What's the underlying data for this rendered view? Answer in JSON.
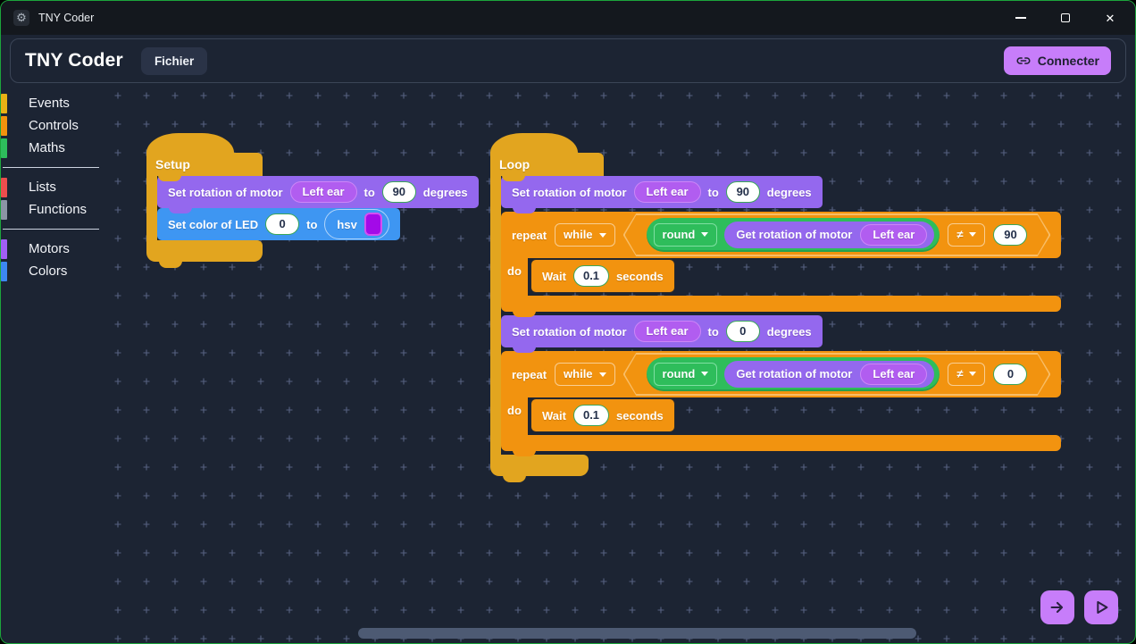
{
  "colors": {
    "accent_purple": "#c77dfa",
    "block_yellow": "#e2a51f",
    "block_purple": "#9468ee",
    "pill_purple": "#b15df0",
    "block_blue": "#3e96f2",
    "block_orange": "#f2930f",
    "block_green": "#2ebd5b",
    "led_swatch": "#a30ae8",
    "canvas_bg": "#1c2433",
    "window_border_green": "#1ca53c"
  },
  "titlebar": {
    "title": "TNY Coder"
  },
  "header": {
    "app_title": "TNY Coder",
    "file_button": "Fichier",
    "connect_button": "Connecter"
  },
  "sidebar": {
    "items": [
      {
        "label": "Events",
        "color": "#e9b115"
      },
      {
        "label": "Controls",
        "color": "#f2930d"
      },
      {
        "label": "Maths",
        "color": "#2ebd5c"
      },
      {
        "label": "Lists",
        "color": "#ec4d4d"
      },
      {
        "label": "Functions",
        "color": "#8b94a5"
      },
      {
        "label": "Motors",
        "color": "#a15ef5"
      },
      {
        "label": "Colors",
        "color": "#3d87f2"
      }
    ]
  },
  "blocks": {
    "setup": {
      "label": "Setup",
      "motor": {
        "t1": "Set rotation of motor",
        "motor": "Left ear",
        "t2": "to",
        "value": "90",
        "t3": "degrees"
      },
      "led": {
        "t1": "Set color of LED",
        "value": "0",
        "t2": "to",
        "mode": "hsv"
      }
    },
    "loop": {
      "label": "Loop",
      "motor1": {
        "t1": "Set rotation of motor",
        "motor": "Left ear",
        "t2": "to",
        "value": "90",
        "t3": "degrees"
      },
      "repeat1": {
        "kw": "repeat",
        "mode": "while",
        "fn": "round",
        "getter": "Get rotation of motor",
        "motor": "Left ear",
        "op": "≠",
        "value": "90",
        "do_kw": "do",
        "wait_kw": "Wait",
        "wait_value": "0.1",
        "wait_unit": "seconds"
      },
      "motor2": {
        "t1": "Set rotation of motor",
        "motor": "Left ear",
        "t2": "to",
        "value": "0",
        "t3": "degrees"
      },
      "repeat2": {
        "kw": "repeat",
        "mode": "while",
        "fn": "round",
        "getter": "Get rotation of motor",
        "motor": "Left ear",
        "op": "≠",
        "value": "0",
        "do_kw": "do",
        "wait_kw": "Wait",
        "wait_value": "0.1",
        "wait_unit": "seconds"
      }
    }
  }
}
